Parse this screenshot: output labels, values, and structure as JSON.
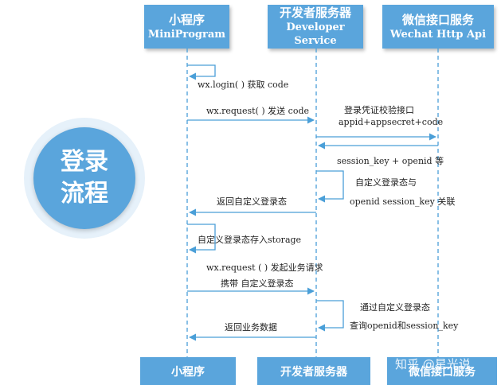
{
  "lanes": [
    {
      "title": "小程序",
      "subtitle": "MiniProgram"
    },
    {
      "title": "开发者服务器",
      "subtitle": "Developer  Service"
    },
    {
      "title": "微信接口服务",
      "subtitle": "Wechat Http Api"
    }
  ],
  "footer": [
    "小程序",
    "开发者服务器",
    "微信接口服务"
  ],
  "badge": {
    "line1": "登录",
    "line2": "流程"
  },
  "steps": {
    "login": "wx.login( ) 获取 code",
    "request_code": "wx.request( ) 发送 code",
    "verify_line1": "登录凭证校验接口",
    "verify_line2": "appid+appsecret+code",
    "session_key": "session_key + openid 等",
    "custom_line1": "自定义登录态与",
    "custom_line2": "openid session_key 关联",
    "return_state": "返回自定义登录态",
    "store": "自定义登录态存入storage",
    "biz_line1": "wx.request ( ) 发起业务请求",
    "biz_line2": "携带 自定义登录态",
    "query_line1": "通过自定义登录态",
    "query_line2": "查询openid和session_key",
    "return_data": "返回业务数据"
  },
  "watermark": "知乎 @星光说",
  "colors": {
    "accent": "#5aa5dc",
    "line": "#4a9fd8"
  }
}
